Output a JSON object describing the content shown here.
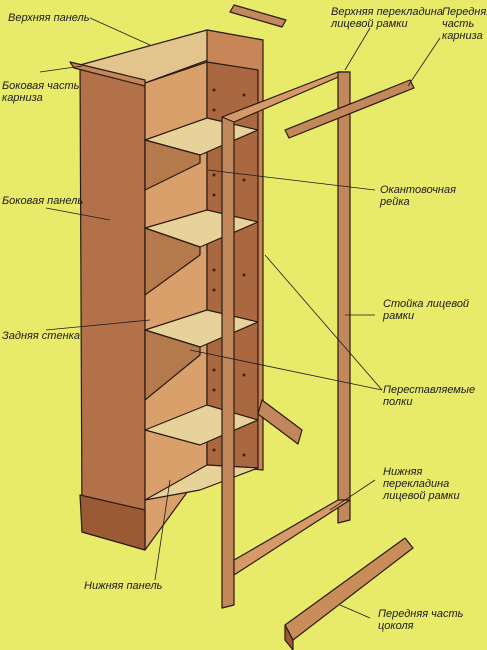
{
  "colors": {
    "background": "#e8ea6a",
    "wood_front": "#b3714a",
    "wood_inner": "#d9a06c",
    "shelf_top": "#e7d39a",
    "frame": "#c2875a",
    "line": "#1a1a1a"
  },
  "labels": {
    "top_panel": "Верхняя панель",
    "cornice_side": "Боковая часть\nкарниза",
    "side_panel": "Боковая панель",
    "back_wall": "Задняя стенка",
    "bottom_panel": "Нижняя панель",
    "frame_top_rail": "Верхняя перекладина\nлицевой рамки",
    "cornice_front": "Передняя\nчасть\nкарниза",
    "edge_strip": "Окантовочная рейка",
    "frame_stile": "Стойка лицевой\nрамки",
    "movable_shelves": "Переставляемые\nполки",
    "frame_bottom_rail": "Нижняя перекладина\nлицевой рамки",
    "plinth_front": "Передняя часть\nцоколя"
  }
}
